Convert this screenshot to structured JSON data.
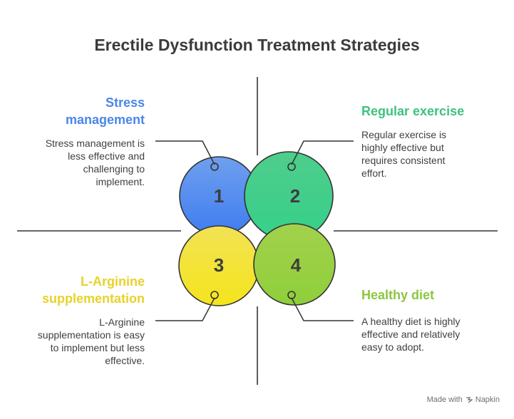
{
  "title": "Erectile Dysfunction Treatment Strategies",
  "quadrants": [
    {
      "number": "1",
      "heading_line1": "Stress",
      "heading_line2": "management",
      "description_lines": [
        "Stress management is",
        "less effective and",
        "challenging to",
        "implement."
      ],
      "color": "#4a86e8"
    },
    {
      "number": "2",
      "heading": "Regular exercise",
      "description_lines": [
        "Regular exercise is",
        "highly effective but",
        "requires consistent",
        "effort."
      ],
      "color": "#3ec27e"
    },
    {
      "number": "3",
      "heading_line1": "L-Arginine",
      "heading_line2": "supplementation",
      "description_lines": [
        "L-Arginine",
        "supplementation is easy",
        "to implement but less",
        "effective."
      ],
      "color": "#e8d22a"
    },
    {
      "number": "4",
      "heading": "Healthy diet",
      "description_lines": [
        "A healthy diet is highly",
        "effective and relatively",
        "easy to adopt."
      ],
      "color": "#8cc63f"
    }
  ],
  "footer": {
    "made_with": "Made with",
    "brand": "Napkin"
  }
}
